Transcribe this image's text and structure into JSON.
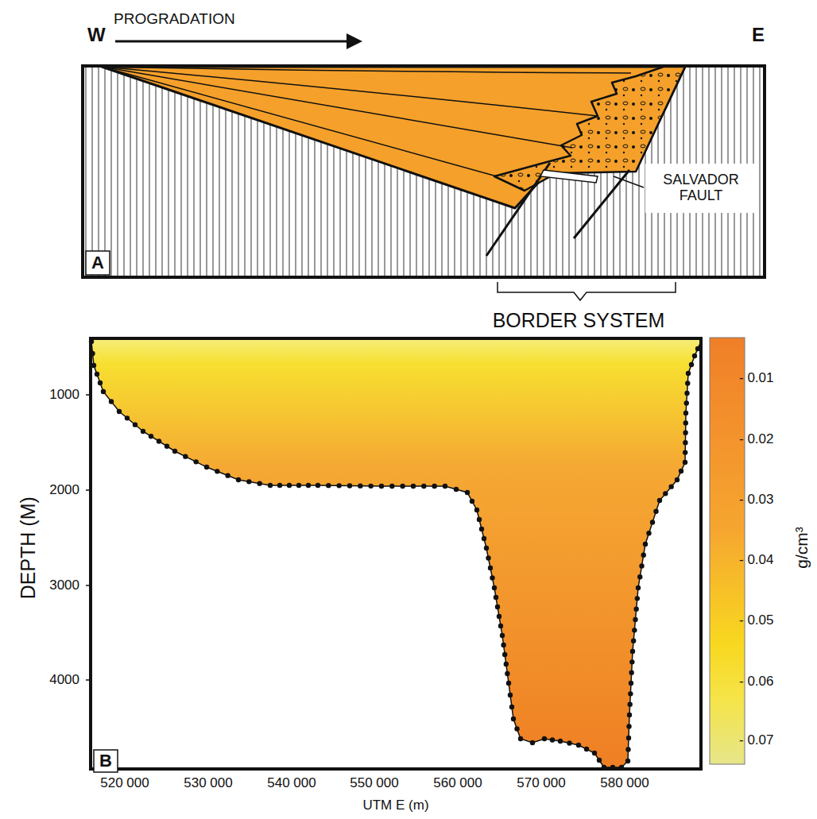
{
  "diagram": {
    "labels": [
      "W",
      "PROGRADATION",
      "E",
      "SALVADOR FAULT",
      "A",
      "BORDER SYSTEM",
      "B",
      "DEPTH (M)",
      "1000",
      "2000",
      "3000",
      "4000",
      "520 000",
      "530 000",
      "540 000",
      "550 000",
      "560 000",
      "570 000",
      "580 000",
      "UTM E (m)",
      "- 0.01",
      "- 0.02",
      "- 0.03",
      "- 0.04",
      "- 0.05",
      "- 0.06",
      "- 0.07",
      "g/cm³"
    ]
  }
}
